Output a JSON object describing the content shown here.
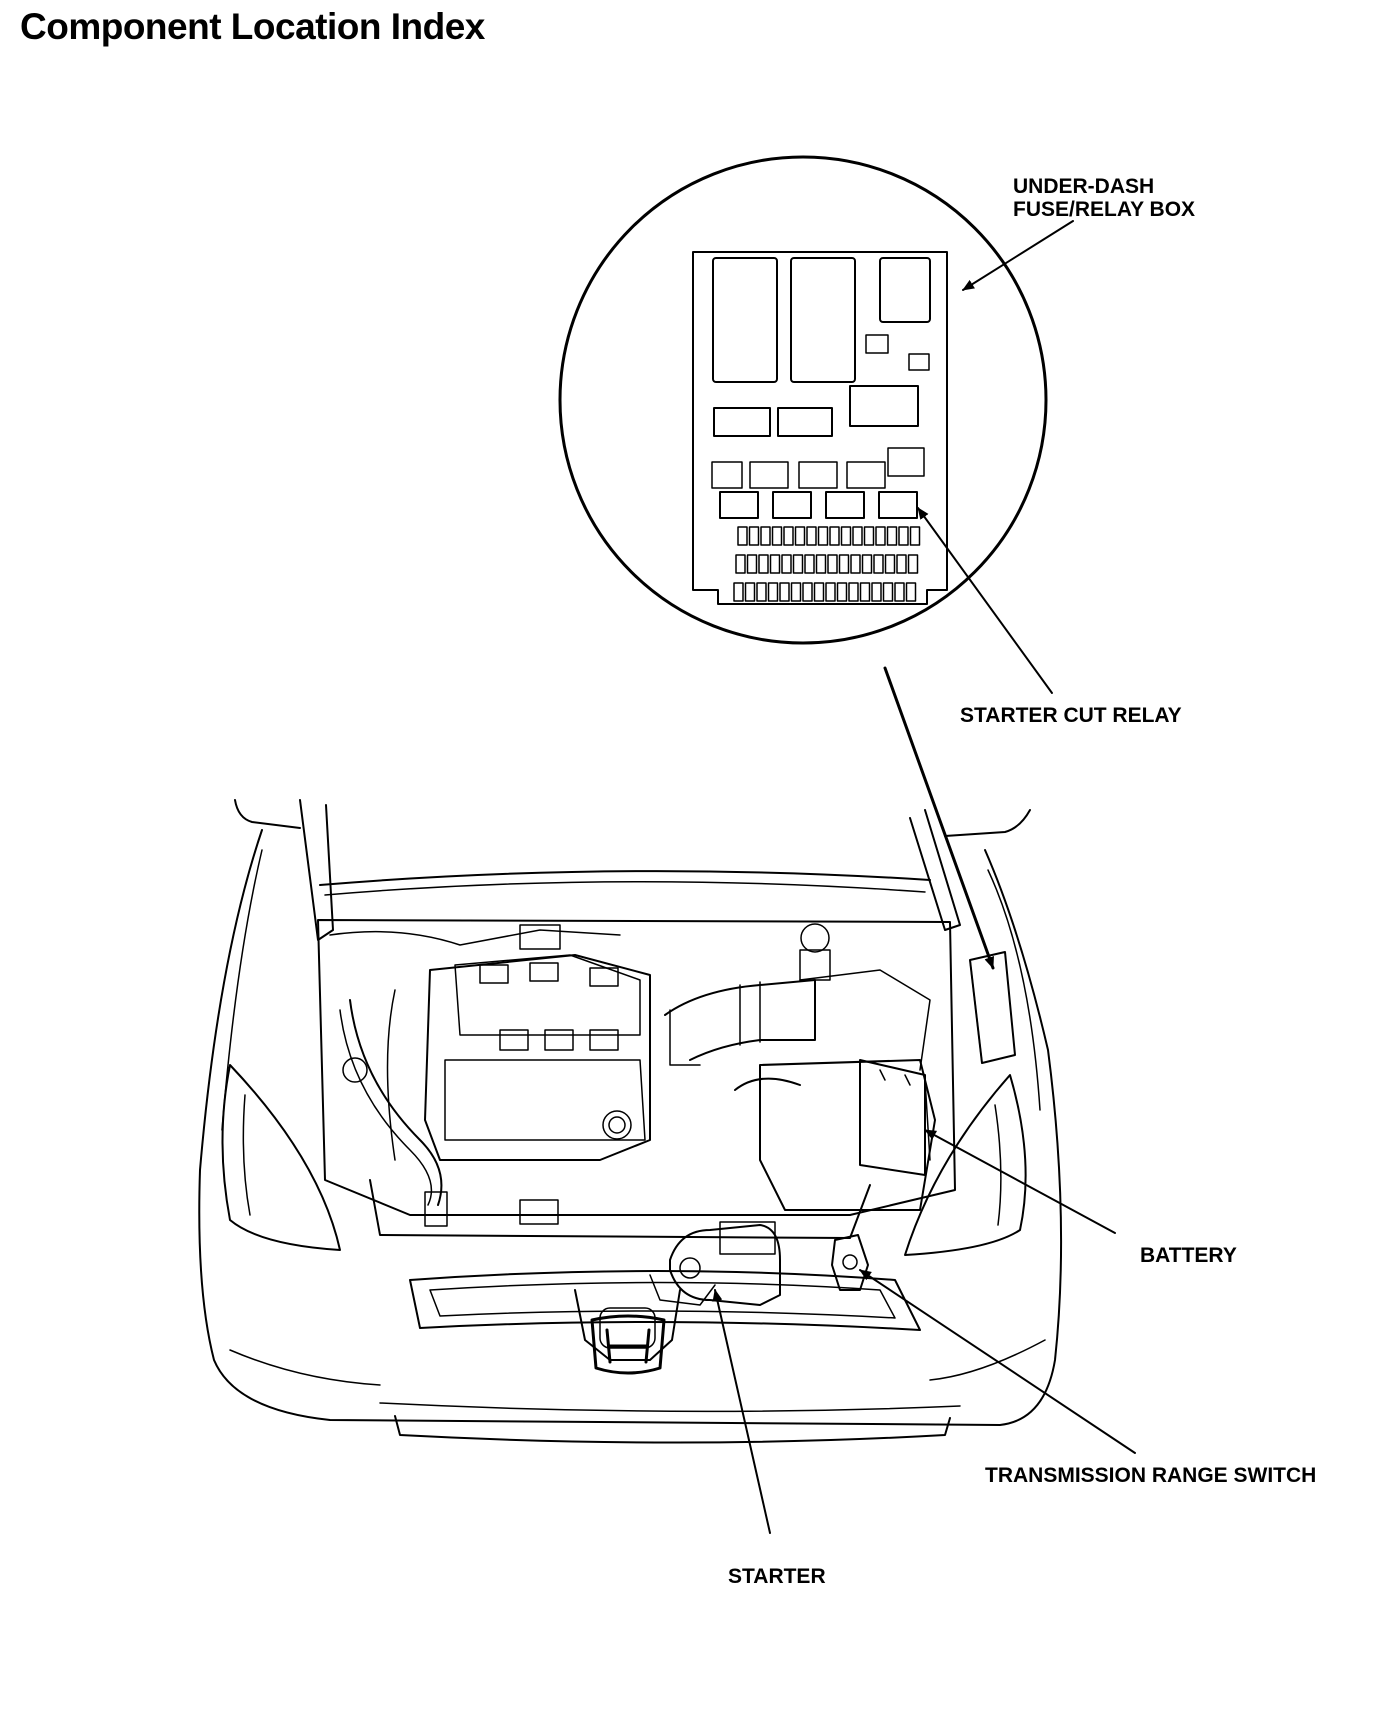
{
  "page": {
    "title": "Component Location Index"
  },
  "callouts": {
    "fuse_box_line1": "UNDER-DASH",
    "fuse_box_line2": "FUSE/RELAY BOX",
    "starter_cut_relay": "STARTER CUT RELAY",
    "battery": "BATTERY",
    "transmission_range_switch": "TRANSMISSION RANGE SWITCH",
    "starter": "STARTER"
  },
  "colors": {
    "ink": "#000000",
    "paper": "#ffffff"
  }
}
